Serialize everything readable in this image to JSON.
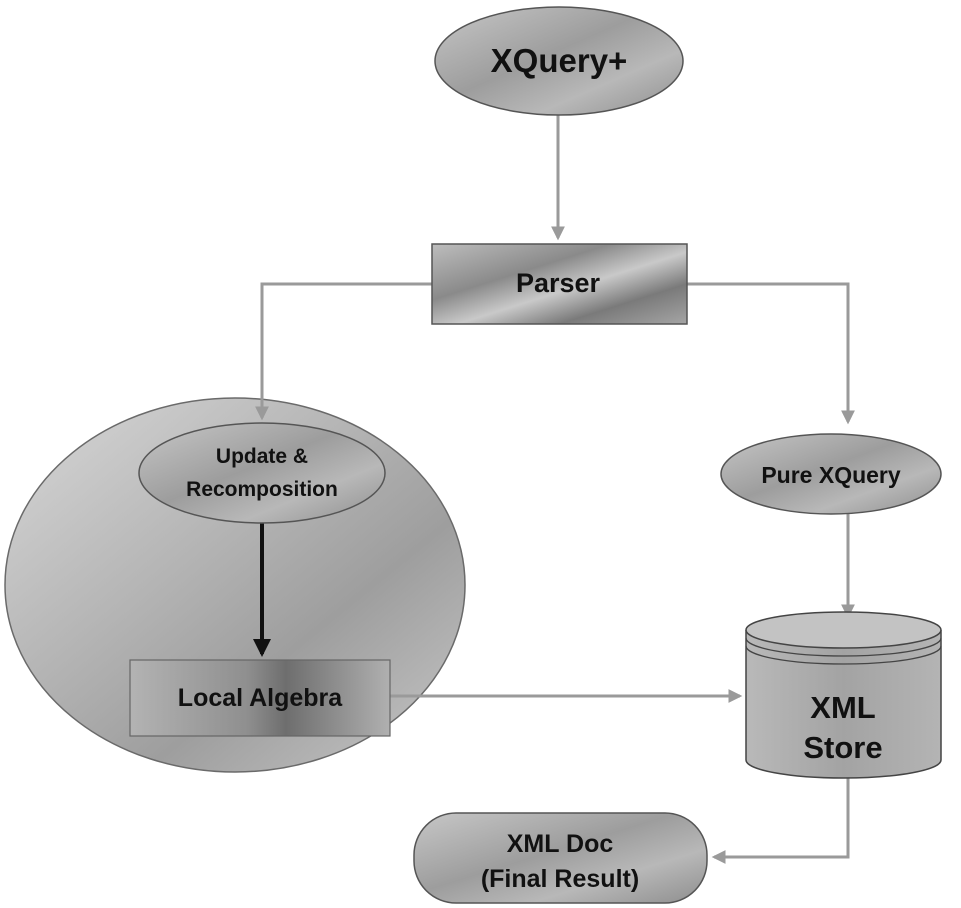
{
  "nodes": {
    "xquery_plus": {
      "label": "XQuery+"
    },
    "parser": {
      "label": "Parser"
    },
    "update_recomposition": {
      "line1": "Update &",
      "line2": "Recomposition"
    },
    "local_algebra": {
      "label": "Local Algebra"
    },
    "pure_xquery": {
      "label": "Pure XQuery"
    },
    "xml_store": {
      "line1": "XML",
      "line2": "Store"
    },
    "xml_doc": {
      "line1": "XML Doc",
      "line2": "(Final Result)"
    }
  },
  "colors": {
    "shape_fill": "#a9a9a9",
    "shape_fill_light": "#cfcfcf",
    "shape_fill_dark": "#6f6f6f",
    "arrow": "#9a9a9a",
    "arrow_dark": "#111111",
    "text": "#111111"
  }
}
